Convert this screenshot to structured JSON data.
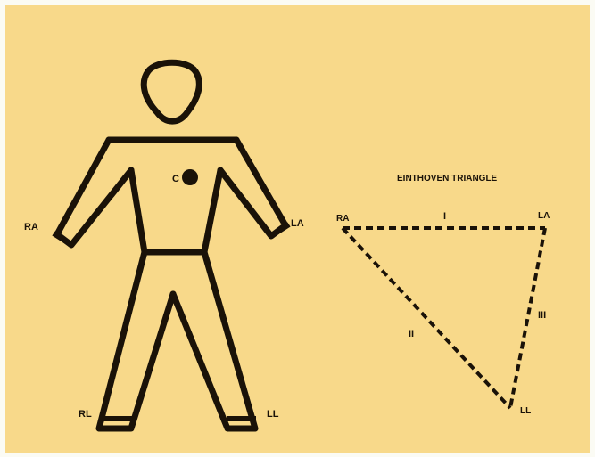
{
  "colors": {
    "background": "#f8d98a",
    "ink": "#1a1208",
    "border": "#fbfbf4"
  },
  "figure": {
    "electrodes": {
      "right_arm": "RA",
      "left_arm": "LA",
      "right_leg": "RL",
      "left_leg": "LL",
      "chest": "C"
    }
  },
  "triangle": {
    "title": "EINTHOVEN TRIANGLE",
    "vertices": {
      "ra": "RA",
      "la": "LA",
      "ll": "LL"
    },
    "leads": {
      "one": "I",
      "two": "II",
      "three": "III"
    }
  }
}
